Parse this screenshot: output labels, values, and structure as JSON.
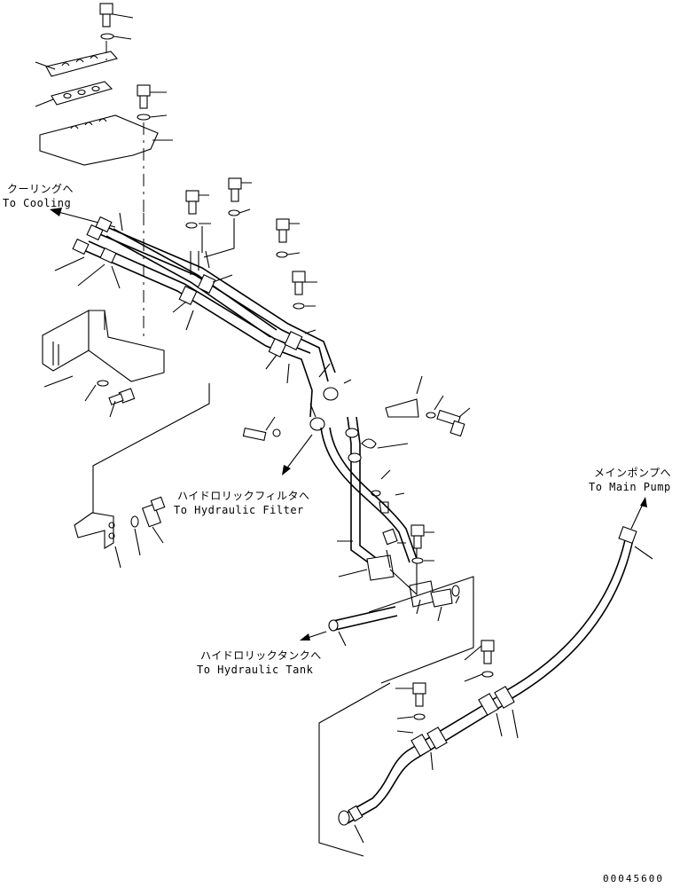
{
  "labels": {
    "cooling_jp": "クーリングへ",
    "cooling_en": "To Cooling",
    "filter_jp": "ハイドロリックフィルタへ",
    "filter_en": "To Hydraulic Filter",
    "pump_jp": "メインポンプへ",
    "pump_en": "To Main Pump",
    "tank_jp": "ハイドロリックタンクへ",
    "tank_en": "To Hydraulic Tank",
    "part_number": "00045600"
  }
}
